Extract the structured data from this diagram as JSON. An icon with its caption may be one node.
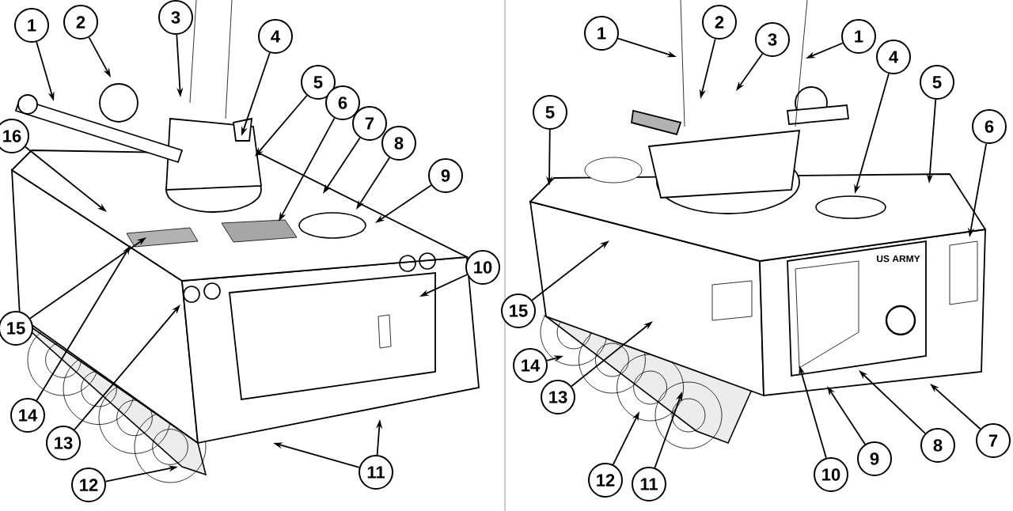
{
  "diagram": {
    "nodes": [
      {
        "text": [
          "1"
        ]
      },
      {
        "text": [
          "2"
        ]
      },
      {
        "text": [
          "3"
        ]
      },
      {
        "text": [
          "4"
        ]
      },
      {
        "text": [
          "5"
        ]
      },
      {
        "text": [
          "6"
        ]
      },
      {
        "text": [
          "7"
        ]
      },
      {
        "text": [
          "8"
        ]
      },
      {
        "text": [
          "9"
        ]
      },
      {
        "text": [
          "10"
        ]
      },
      {
        "text": [
          "11"
        ]
      },
      {
        "text": [
          "12"
        ]
      },
      {
        "text": [
          "13"
        ]
      },
      {
        "text": [
          "14"
        ]
      },
      {
        "text": [
          "15"
        ]
      },
      {
        "text": [
          "16"
        ]
      },
      {
        "text": [
          "1"
        ]
      },
      {
        "text": [
          "2"
        ]
      },
      {
        "text": [
          "3"
        ]
      },
      {
        "text": [
          "1"
        ]
      },
      {
        "text": [
          "4"
        ]
      },
      {
        "text": [
          "5"
        ]
      },
      {
        "text": [
          "5"
        ]
      },
      {
        "text": [
          "6"
        ]
      },
      {
        "text": [
          "7"
        ]
      },
      {
        "text": [
          "8"
        ]
      },
      {
        "text": [
          "9"
        ]
      },
      {
        "text": [
          "10"
        ]
      },
      {
        "text": [
          "11"
        ]
      },
      {
        "text": [
          "12"
        ]
      },
      {
        "text": [
          "13"
        ]
      },
      {
        "text": [
          "14"
        ]
      },
      {
        "text": [
          "15"
        ]
      }
    ],
    "edges": [
      {
        "from": 0,
        "to": null,
        "arrow": "to"
      },
      {
        "from": 1,
        "to": null,
        "arrow": "to"
      },
      {
        "from": 2,
        "to": null,
        "arrow": "to"
      },
      {
        "from": 3,
        "to": null,
        "arrow": "to"
      },
      {
        "from": 4,
        "to": null,
        "arrow": "to"
      },
      {
        "from": 5,
        "to": null,
        "arrow": "to"
      },
      {
        "from": 6,
        "to": null,
        "arrow": "to"
      },
      {
        "from": 7,
        "to": null,
        "arrow": "to"
      },
      {
        "from": 8,
        "to": null,
        "arrow": "to"
      },
      {
        "from": 9,
        "to": null,
        "arrow": "to"
      },
      {
        "from": 10,
        "to": null,
        "arrow": "to"
      },
      {
        "from": 10,
        "to": null,
        "arrow": "to"
      },
      {
        "from": 11,
        "to": null,
        "arrow": "to"
      },
      {
        "from": 12,
        "to": null,
        "arrow": "to"
      },
      {
        "from": 13,
        "to": null,
        "arrow": "to"
      },
      {
        "from": 14,
        "to": null,
        "arrow": "to"
      },
      {
        "from": 15,
        "to": null,
        "arrow": "to"
      },
      {
        "from": 16,
        "to": null,
        "arrow": "to"
      },
      {
        "from": 17,
        "to": null,
        "arrow": "to"
      },
      {
        "from": 18,
        "to": null,
        "arrow": "to"
      },
      {
        "from": 19,
        "to": null,
        "arrow": "to"
      },
      {
        "from": 20,
        "to": null,
        "arrow": "to"
      },
      {
        "from": 21,
        "to": null,
        "arrow": "to"
      },
      {
        "from": 22,
        "to": null,
        "arrow": "to"
      },
      {
        "from": 23,
        "to": null,
        "arrow": "to"
      },
      {
        "from": 24,
        "to": null,
        "arrow": "to"
      },
      {
        "from": 25,
        "to": null,
        "arrow": "to"
      },
      {
        "from": 26,
        "to": null,
        "arrow": "to"
      },
      {
        "from": 27,
        "to": null,
        "arrow": "to"
      },
      {
        "from": 28,
        "to": null,
        "arrow": "to"
      },
      {
        "from": 29,
        "to": null,
        "arrow": "to"
      },
      {
        "from": 30,
        "to": null,
        "arrow": "to"
      },
      {
        "from": 31,
        "to": null,
        "arrow": "to"
      },
      {
        "from": 32,
        "to": null,
        "arrow": "to"
      }
    ],
    "labels": [
      "US ARMY"
    ]
  }
}
